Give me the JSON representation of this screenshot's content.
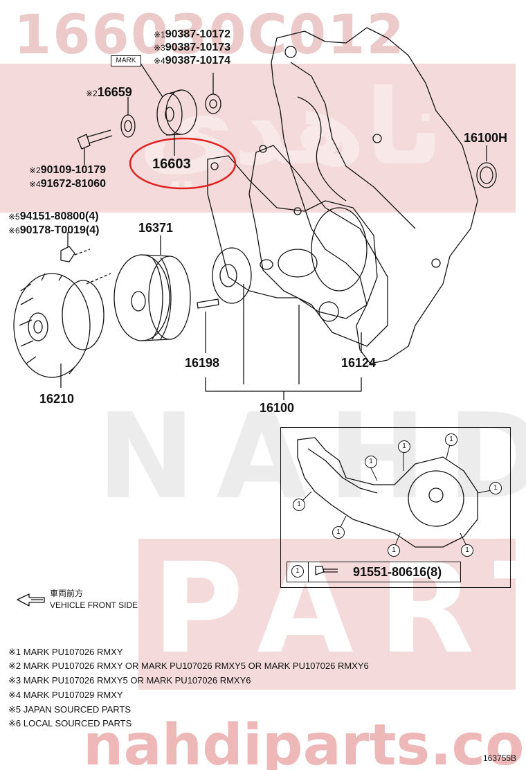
{
  "watermark": {
    "part_code": "166030C012",
    "brand_top": "NAHDI",
    "brand_bottom": "PARTS",
    "url": "nahdiparts.com",
    "arabic": "ناهدي"
  },
  "refs": {
    "r1_mark": "※1",
    "r1_pn": "90387-10172",
    "r3_mark": "※3",
    "r3_pn": "90387-10173",
    "r4_mark": "※4",
    "r4_pn": "90387-10174",
    "mark_label": "MARK",
    "r2_16659_mark": "※2",
    "r2_16659_pn": "16659",
    "r2_bolt_mark": "※2",
    "r2_bolt_pn": "90109-10179",
    "r4_bolt_mark": "※4",
    "r4_bolt_pn": "91672-81060",
    "r5_mark": "※5",
    "r5_pn": "94151-80800(4)",
    "r6_mark": "※6",
    "r6_pn": "90178-T0019(4)"
  },
  "parts": {
    "idler": "16603",
    "gasket_h": "16100H",
    "pulley": "16371",
    "fan_clutch": "16210",
    "stud": "16198",
    "gasket": "16124",
    "water_pump": "16100"
  },
  "inset": {
    "callout_symbol": "1",
    "bolt_pn": "91551-80616(8)"
  },
  "direction": {
    "jp": "車両前方",
    "en": "VEHICLE FRONT SIDE"
  },
  "legend": [
    "※1 MARK PU107026 RMXY",
    "※2 MARK PU107026 RMXY OR MARK PU107026 RMXY5 OR MARK PU107026 RMXY6",
    "※3 MARK PU107026 RMXY5 OR MARK PU107026 RMXY6",
    "※4 MARK PU107029 RMXY",
    "※5 JAPAN SOURCED PARTS",
    "※6 LOCAL SOURCED PARTS"
  ],
  "diagram_id": "163755B",
  "colors": {
    "highlight": "#e0201e",
    "watermark": "#f4dada",
    "line": "#111111"
  }
}
